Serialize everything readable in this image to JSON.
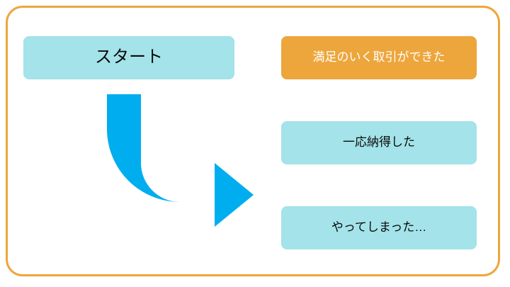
{
  "slide": {
    "frame": {
      "border_color": "#EDA63C",
      "background_color": "#FFFFFF"
    },
    "colors": {
      "cyan_fill": "#A3E3E9",
      "orange_fill": "#EDA63C",
      "arrow_blue": "#00AEEF",
      "dark_text": "#0A0A0A",
      "light_text": "#FFFFFF"
    },
    "start_box": {
      "label": "スタート"
    },
    "arrow": {
      "icon_name": "bent-arrow-right-icon",
      "color": "#00AEEF",
      "direction": "down-then-right"
    },
    "outcomes": [
      {
        "label": "満足のいく取引ができた",
        "style": "orange",
        "text_color": "#FFFFFF"
      },
      {
        "label": "一応納得した",
        "style": "cyan",
        "text_color": "#0A0A0A"
      },
      {
        "label": "やってしまった…",
        "style": "cyan",
        "text_color": "#0A0A0A"
      }
    ]
  }
}
